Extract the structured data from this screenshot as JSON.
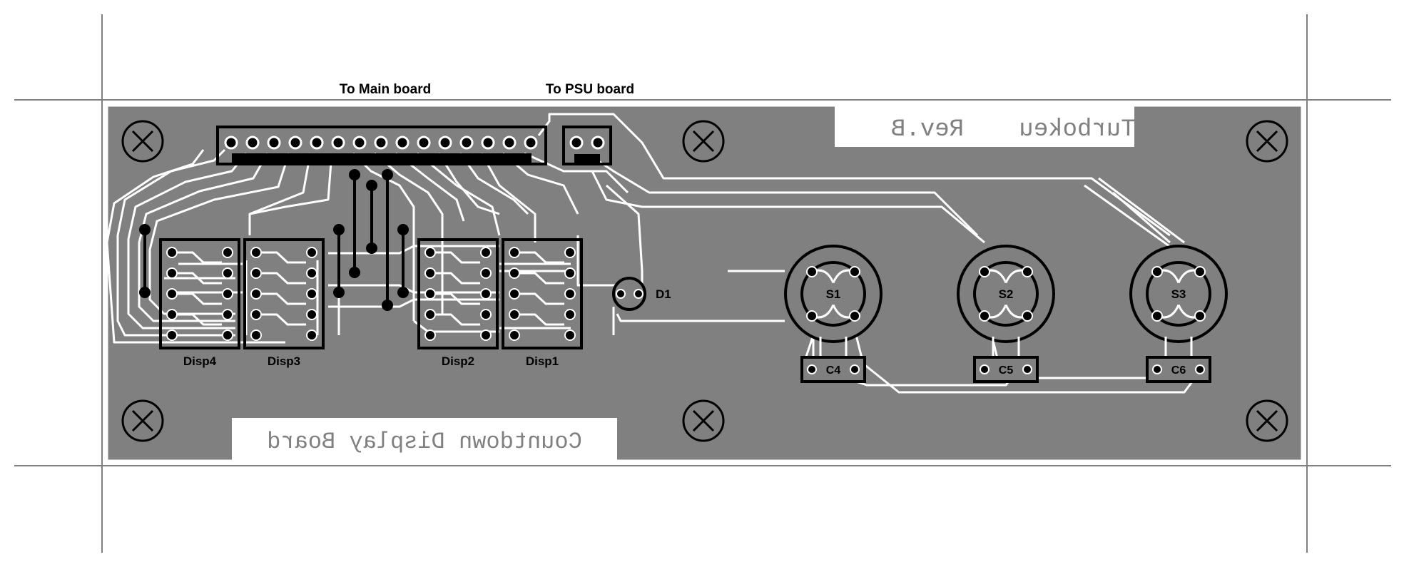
{
  "connectors": {
    "main": "To Main board",
    "psu": "To PSU board"
  },
  "silk": {
    "rev": "Rev.B",
    "brand": "Turbokeu",
    "board_name": "Countdown Display Board"
  },
  "displays": [
    "Disp4",
    "Disp3",
    "Disp2",
    "Disp1"
  ],
  "switches": [
    "S1",
    "S2",
    "S3"
  ],
  "capacitors": [
    "C4",
    "C5",
    "C6"
  ],
  "diode": "D1",
  "colors": {
    "board": "#808080",
    "trace": "#ffffff",
    "outline": "#000000",
    "guide": "#808080"
  }
}
